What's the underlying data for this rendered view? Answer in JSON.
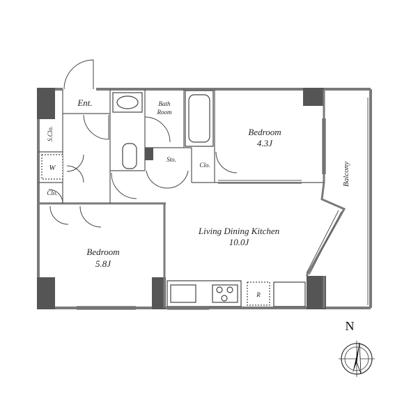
{
  "rooms": {
    "entrance": "Ent.",
    "bathroom": [
      "Bath",
      "Room"
    ],
    "bedroom_east": {
      "name": "Bedroom",
      "size": "4.3J"
    },
    "bedroom_west": {
      "name": "Bedroom",
      "size": "5.8J"
    },
    "ldk": {
      "name": "Living Dining Kitchen",
      "size": "10.0J"
    },
    "shoe_closet": "S.Clo.",
    "washer": "W",
    "closet_west": "Clo.",
    "closet_mid": "Clo.",
    "storage": "Sto.",
    "balcony": "Balcony",
    "refrigerator": "R"
  },
  "compass": {
    "north_label": "N"
  },
  "colors": {
    "wall": "#7a7a7a",
    "pillar": "#555555",
    "line": "#444444"
  }
}
